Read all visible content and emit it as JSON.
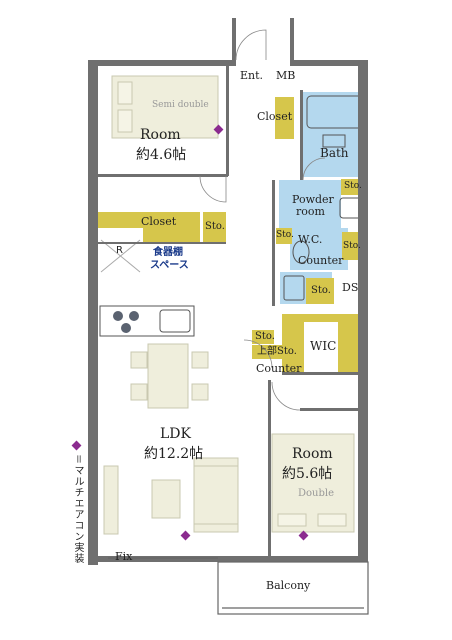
{
  "rooms": {
    "entrance": "Ent.",
    "mb": "MB",
    "room1_name": "Room",
    "room1_size": "約4.6帖",
    "room1_bed": "Semi double",
    "closet_entrance": "Closet",
    "bath": "Bath",
    "sto_bath": "Sto.",
    "powder_line1": "Powder",
    "powder_line2": "room",
    "closet_hall": "Closet",
    "sto_hall": "Sto.",
    "sto_wc_left": "Sto.",
    "wc": "W.C.",
    "sto_wc_right": "Sto.",
    "counter_wc": "Counter",
    "refrigerator": "R",
    "pantry_line1": "食器棚",
    "pantry_line2": "スペース",
    "sto_powder": "Sto.",
    "ds": "DS",
    "sto_wic": "Sto.",
    "upper_sto": "上部Sto.",
    "wic": "WIC",
    "counter_wic": "Counter",
    "ldk_name": "LDK",
    "ldk_size": "約12.2帖",
    "room2_name": "Room",
    "room2_size": "約5.6帖",
    "room2_bed": "Double",
    "fix": "Fix",
    "balcony": "Balcony",
    "legend_note": "＝マルチエアコン実装"
  },
  "colors": {
    "storage": "#d6c64b",
    "wet_area": "#b4d8ee",
    "furniture": "#efeedc",
    "aircon_marker": "#8b2b8f",
    "wall": "#6f6f6f"
  }
}
